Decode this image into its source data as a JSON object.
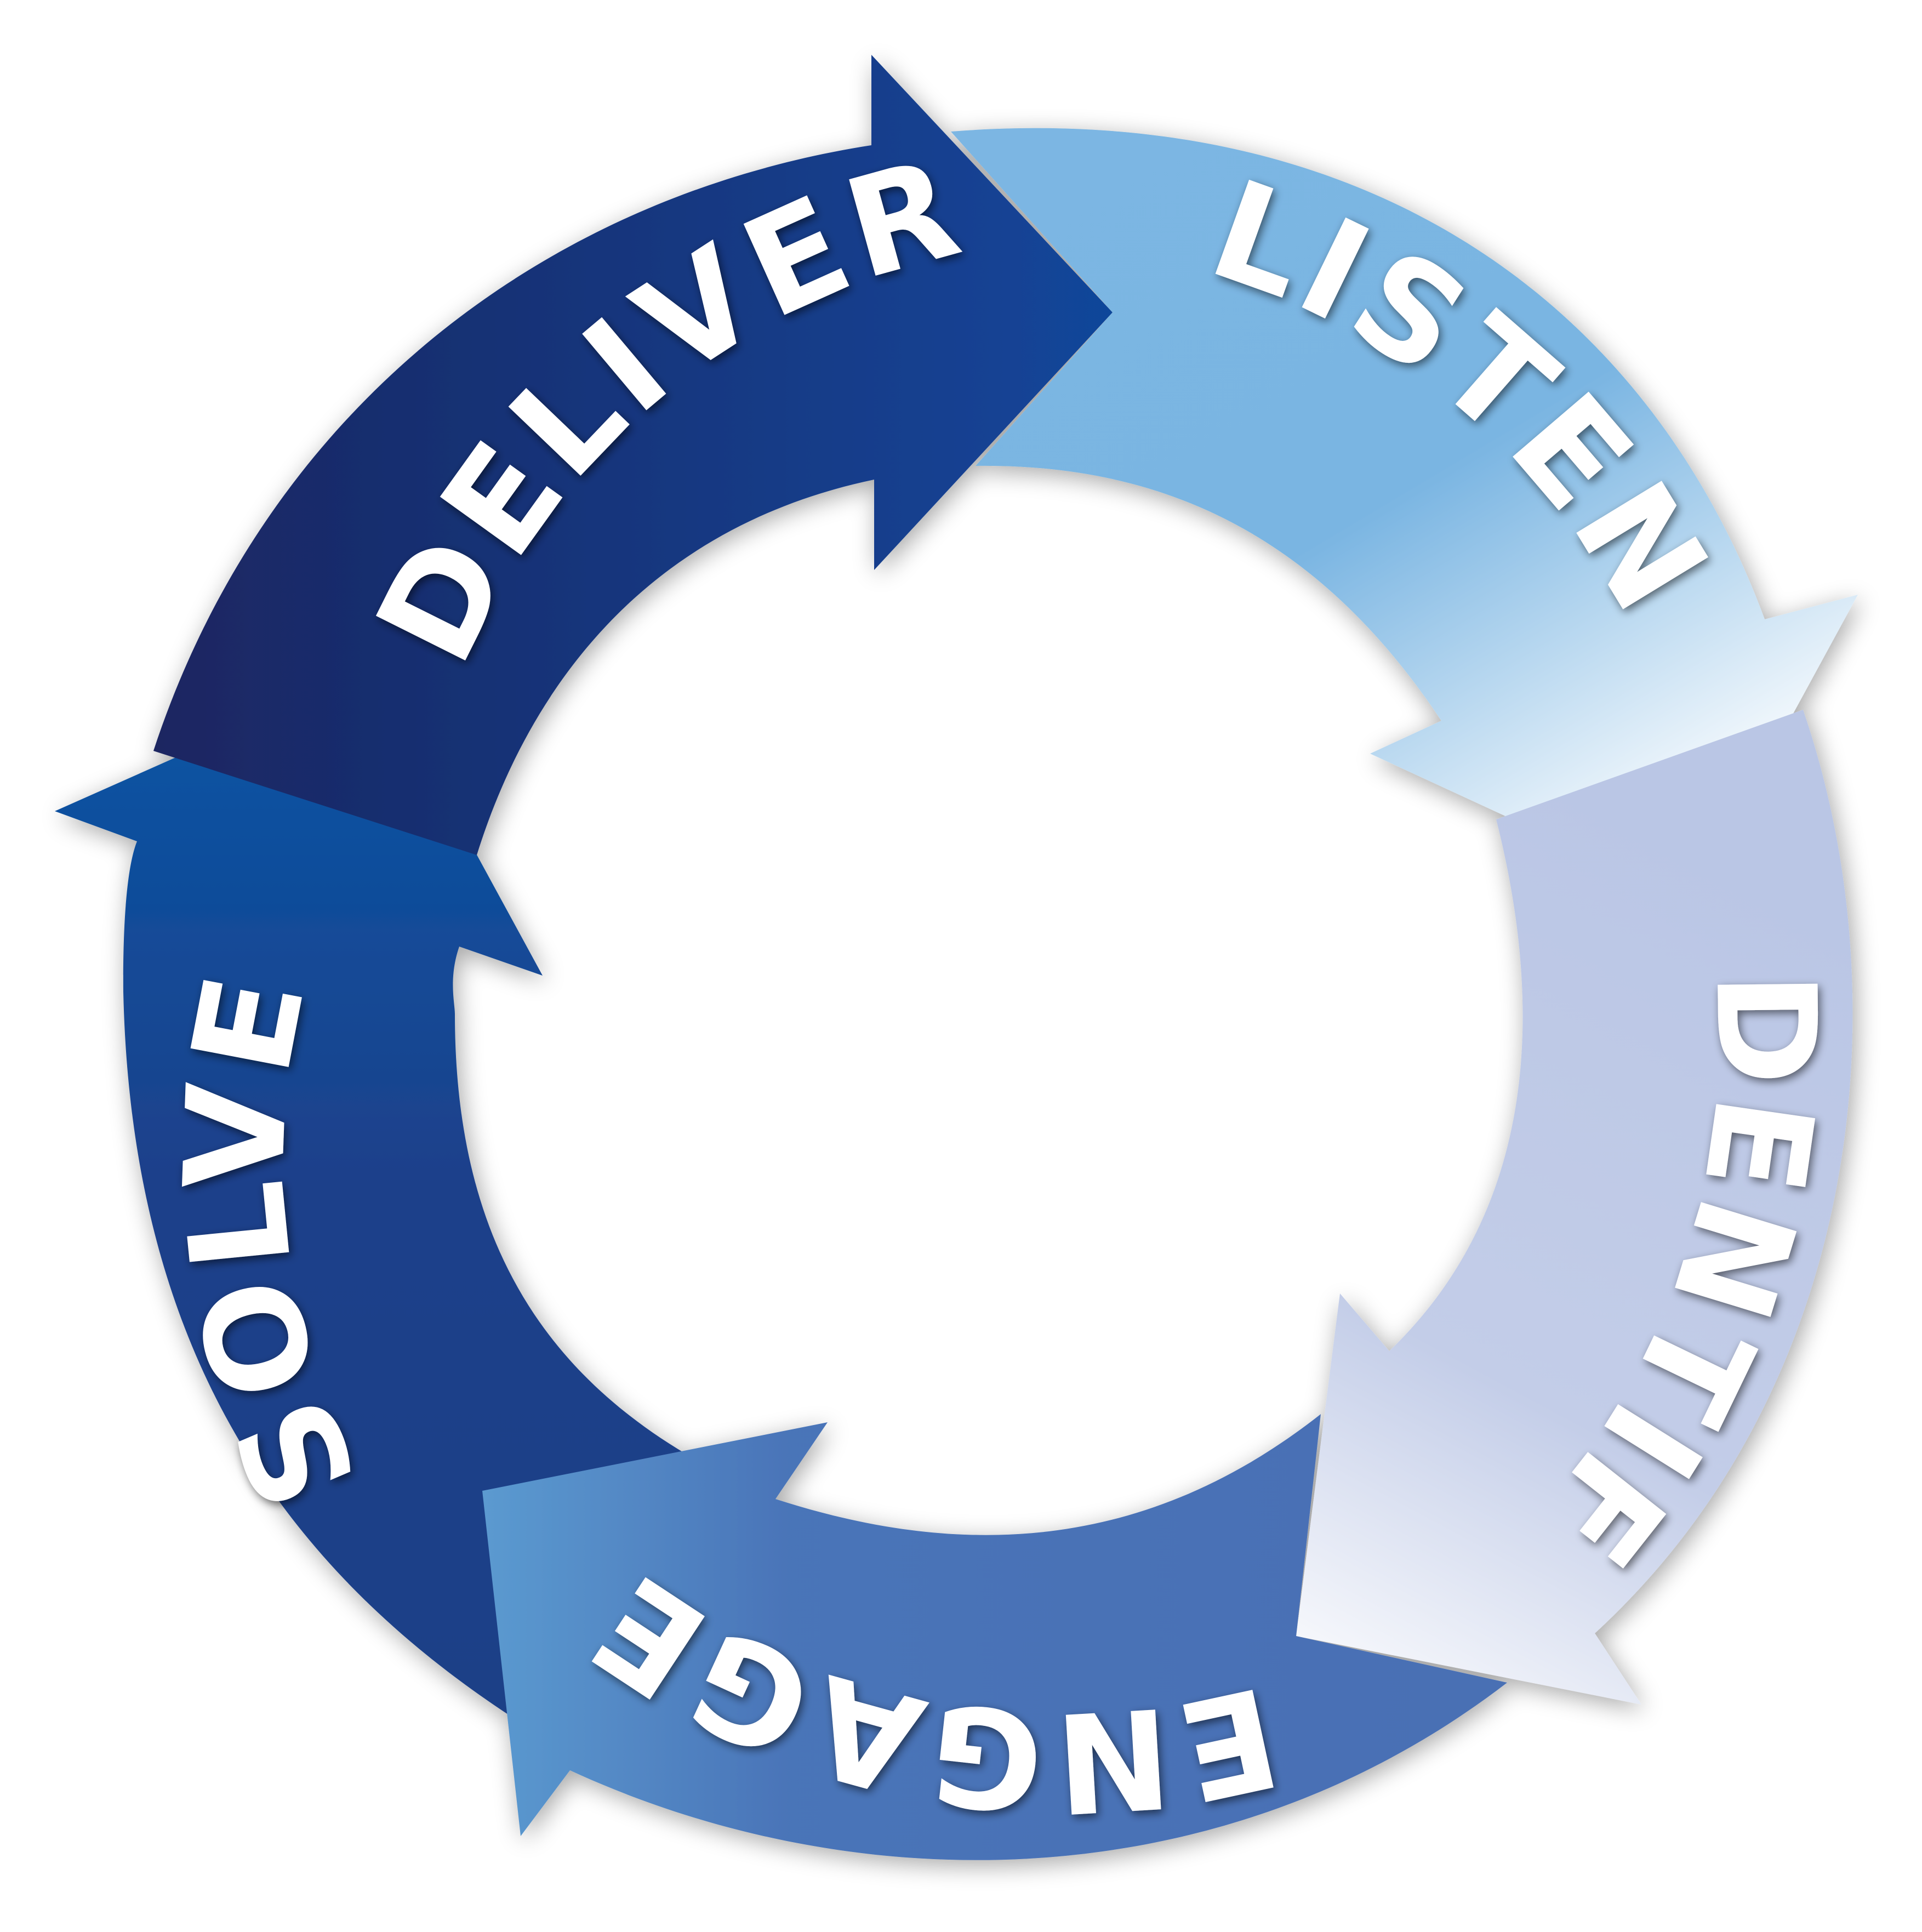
{
  "diagram": {
    "type": "cycle",
    "steps": [
      {
        "label": "LISTEN",
        "color": "#7ab5e2"
      },
      {
        "label": "IDENTIFY",
        "color": "#b9c6e4"
      },
      {
        "label": "ENGAGE",
        "color": "#4a70b4"
      },
      {
        "label": "SOLVE",
        "color": "#1e408a"
      },
      {
        "label": "DELIVER",
        "color": "#1b2a66"
      }
    ],
    "flow_direction": "clockwise",
    "background": "#ffffff"
  }
}
